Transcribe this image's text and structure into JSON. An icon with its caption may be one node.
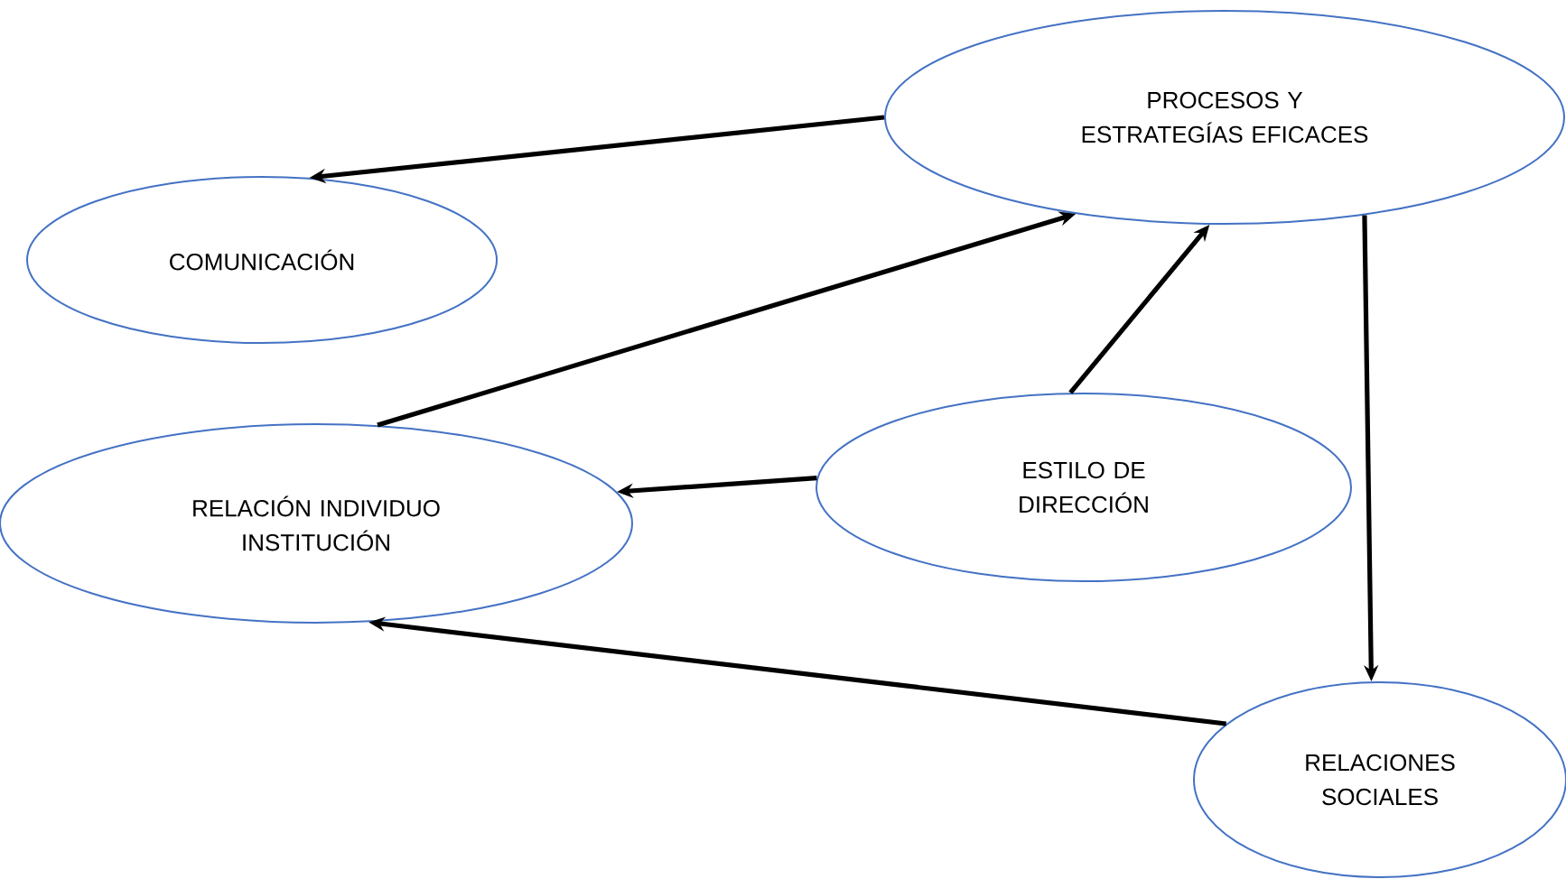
{
  "diagram": {
    "nodes": [
      {
        "text": [
          "PROCESOS Y ESTRATEGÍAS EFICACES"
        ]
      },
      {
        "text": [
          "COMUNICACIÓN"
        ]
      },
      {
        "text": [
          "RELACIÓN INDIVIDUO INSTITUCIÓN"
        ]
      },
      {
        "text": [
          "ESTILO DE DIRECCIÓN"
        ]
      },
      {
        "text": [
          "RELACIONES SOCIALES"
        ]
      }
    ],
    "edges": [
      {
        "from": 0,
        "to": 1,
        "arrow": "to"
      },
      {
        "from": 2,
        "to": 0,
        "arrow": "to"
      },
      {
        "from": 3,
        "to": 0,
        "arrow": "to"
      },
      {
        "from": 3,
        "to": 2,
        "arrow": "to"
      },
      {
        "from": 0,
        "to": 4,
        "arrow": "to"
      },
      {
        "from": 4,
        "to": 2,
        "arrow": "to"
      }
    ]
  }
}
